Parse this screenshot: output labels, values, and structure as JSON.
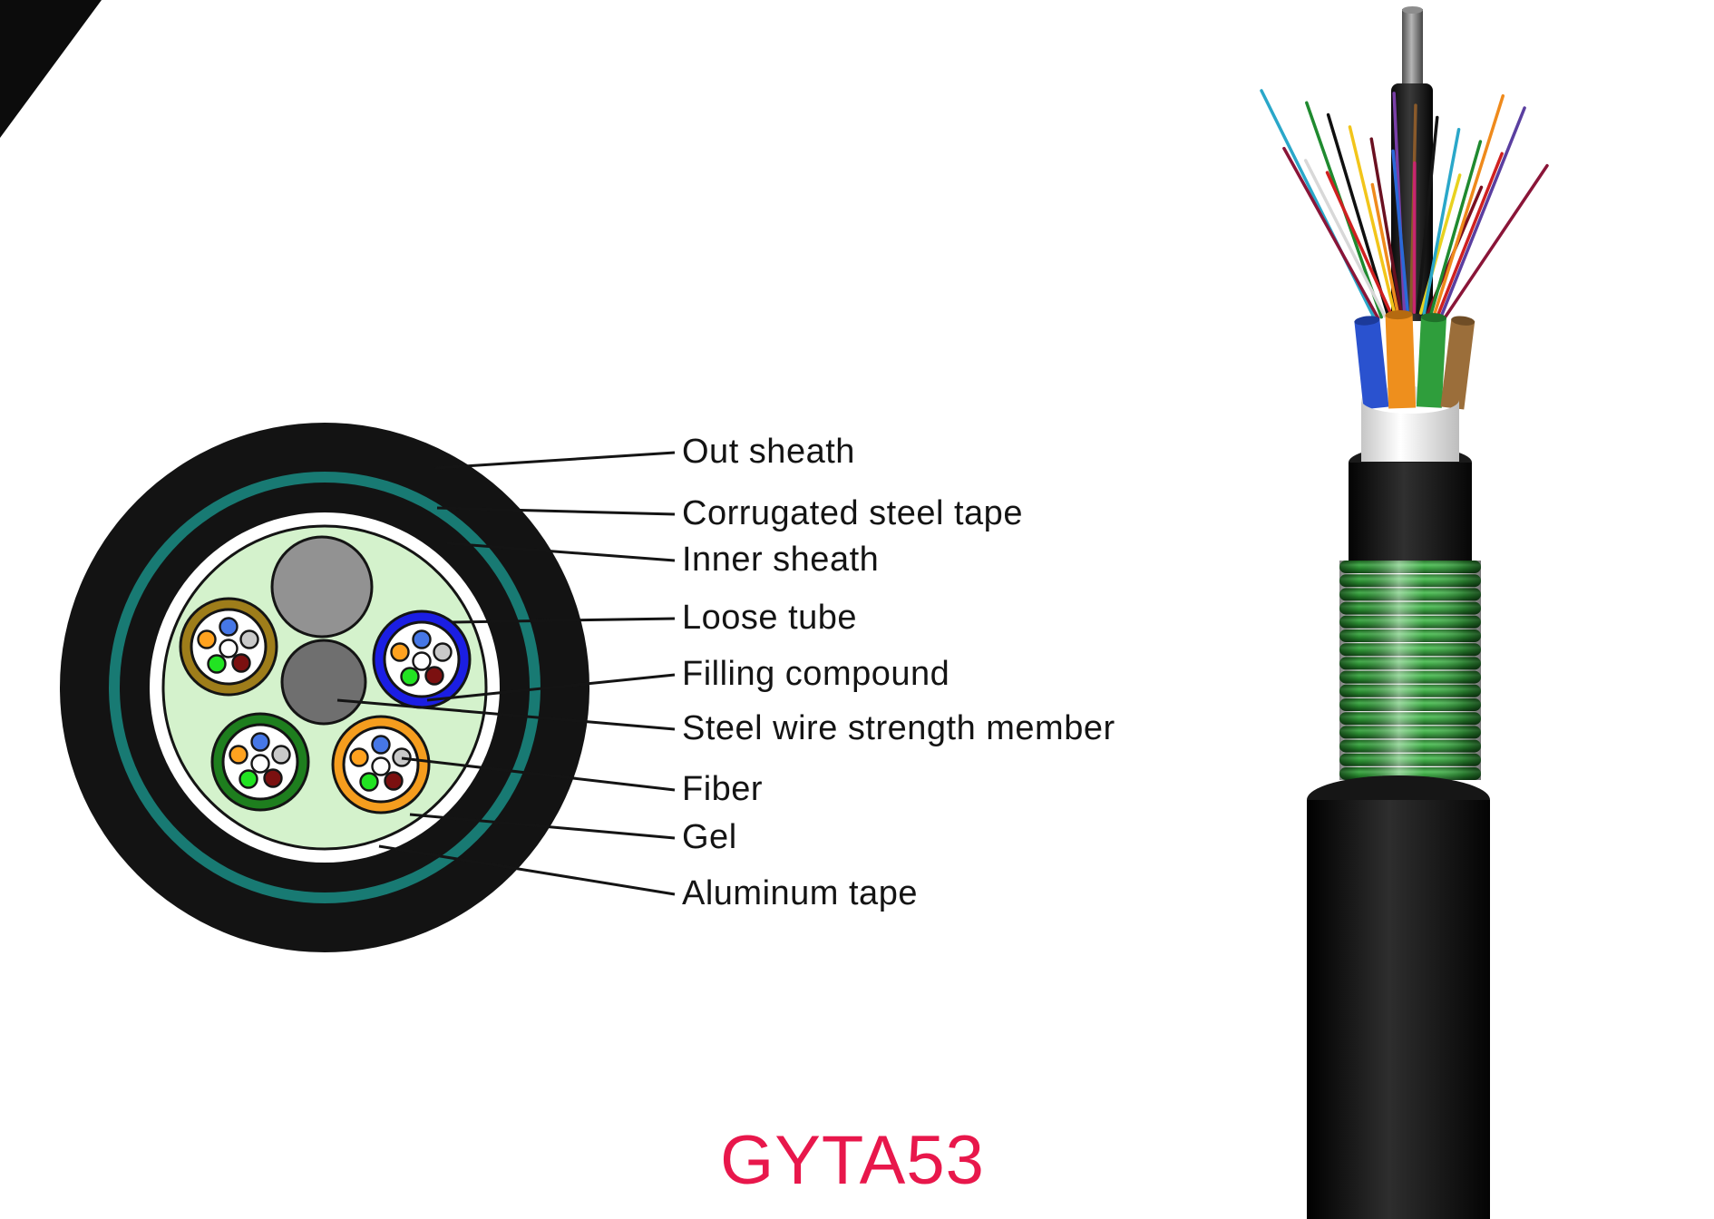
{
  "title": {
    "text": "GYTA53",
    "color": "#e8174b"
  },
  "cross_section": {
    "labels": [
      {
        "text": "Out sheath"
      },
      {
        "text": "Corrugated steel tape"
      },
      {
        "text": "Inner sheath"
      },
      {
        "text": "Loose tube"
      },
      {
        "text": "Filling compound"
      },
      {
        "text": "Steel wire strength member"
      },
      {
        "text": "Fiber"
      },
      {
        "text": "Gel"
      },
      {
        "text": "Aluminum tape"
      }
    ],
    "layer_colors": {
      "out_sheath": "#131313",
      "corrugated_steel_tape": "#187a73",
      "inner_sheath": "#131313",
      "aluminum_tape": "#ffffff",
      "filling_area": "#d4f2cc",
      "steel_wire_upper": "#929292",
      "steel_wire_lower": "#6f6f6f"
    },
    "loose_tube_ring_colors": [
      "#9e7d1a",
      "#1b1ee3",
      "#1e7e1e",
      "#f59d1e"
    ],
    "fiber_dot_colors": [
      "#4677e6",
      "#ffa21f",
      "#c9c9c9",
      "#ffffff",
      "#22e322",
      "#7b1010"
    ],
    "loose_tube_count": 4,
    "fibers_per_tube": 6
  },
  "cable_3d": {
    "tube_colors": [
      "#2a52cf",
      "#ee8f1d",
      "#2f9e3c",
      "#9b6e3a"
    ],
    "fiber_strand_colors": [
      "#2aa7c9",
      "#8a1538",
      "#1f8a2f",
      "#d8d8d8",
      "#101010",
      "#cf2020",
      "#f2c51a",
      "#ef8a1c",
      "#6a1020",
      "#7a3fa8",
      "#2a69d8",
      "#8a5a2a",
      "#c9256e",
      "#141414",
      "#e8d21f",
      "#2aa7c9",
      "#7a1020",
      "#1f8a2f",
      "#ef8a1c",
      "#cf2020",
      "#5a3fa0",
      "#8a1538"
    ],
    "corrugation": {
      "ridges": 16,
      "base": "#2e9a35",
      "highlight": "#4fbf57",
      "shadow": "#124d17"
    }
  }
}
